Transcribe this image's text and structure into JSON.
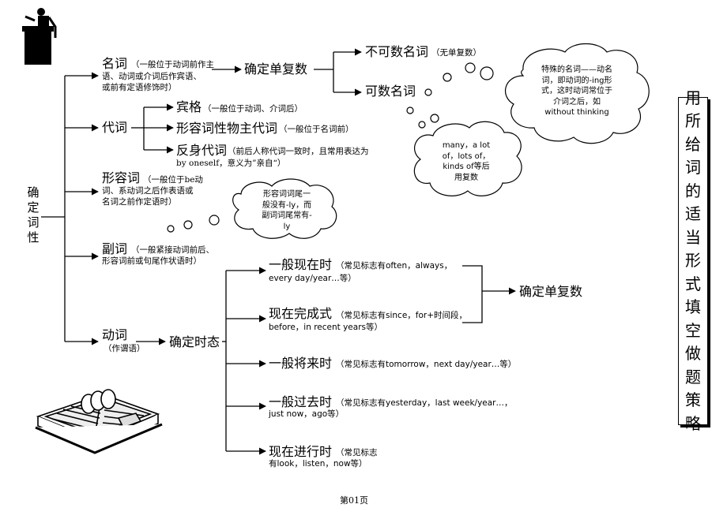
{
  "root": {
    "label": "确定词性"
  },
  "title": "用所给词的适当形式填空做题策略",
  "branches": {
    "noun": {
      "label": "名词",
      "note": [
        "（一般位于动词前作主",
        "语、动词或介词后作宾语、",
        "或前有定语修饰时）"
      ]
    },
    "pronoun": {
      "label": "代词"
    },
    "adjective": {
      "label": "形容词",
      "note": [
        "（一般位于be动",
        "词、系动词之后作表语或",
        "名词之前作定语时）"
      ]
    },
    "adverb": {
      "label": "副词",
      "note": [
        "（一般紧接动词前后、",
        "形容词前或句尾作状语时）"
      ]
    },
    "verb": {
      "label": "动词",
      "sub": "（作谓语）"
    }
  },
  "noun_path": {
    "decide": "确定单复数",
    "uncountable": "不可数名词",
    "uncountable_note": "（无单复数）",
    "countable": "可数名词"
  },
  "pronoun_types": {
    "object": {
      "label": "宾格",
      "note": "（一般位于动词、介词后）"
    },
    "possessive": {
      "label": "形容词性物主代词",
      "note": "（一般位于名词前）"
    },
    "reflexive": {
      "label": "反身代词",
      "note_line1": "（前后人称代词一致时，且常用表达为",
      "note_line2": "by oneself，意义为”亲自“）"
    }
  },
  "verb_path": {
    "decide_tense": "确定时态",
    "decide_number": "确定单复数"
  },
  "tenses": [
    {
      "name": "一般现在时",
      "line1": "（常见标志有often，always，",
      "line2": "every day/year…等）"
    },
    {
      "name": "现在完成式",
      "line1": "（常见标志有since，for+时间段，",
      "line2": "before，in recent years等）"
    },
    {
      "name": "一般将来时",
      "line1": "（常见标志有tomorrow，next day/year…等）",
      "line2": ""
    },
    {
      "name": "一般过去时",
      "line1": "（常见标志有yesterday，last week/year…，",
      "line2": "just now，ago等）"
    },
    {
      "name": "现在进行时",
      "line1": "（常见标志",
      "line2": "有look，listen，now等）"
    }
  ],
  "clouds": {
    "gerund": [
      "特殊的名词——动名",
      "词，即动词的-ing形",
      "式，这时动词常位于",
      "介词之后，如",
      "without thinking"
    ],
    "many": [
      "many，a lot",
      "of，lots of，",
      "kinds of等后",
      "用复数"
    ],
    "adjective": [
      "形容词词尾一",
      "般没有-ly，而",
      "副词词尾常有-",
      "ly"
    ]
  },
  "footer": "第01页",
  "icons": [
    "lectern-speaker-icon",
    "open-book-icon"
  ]
}
